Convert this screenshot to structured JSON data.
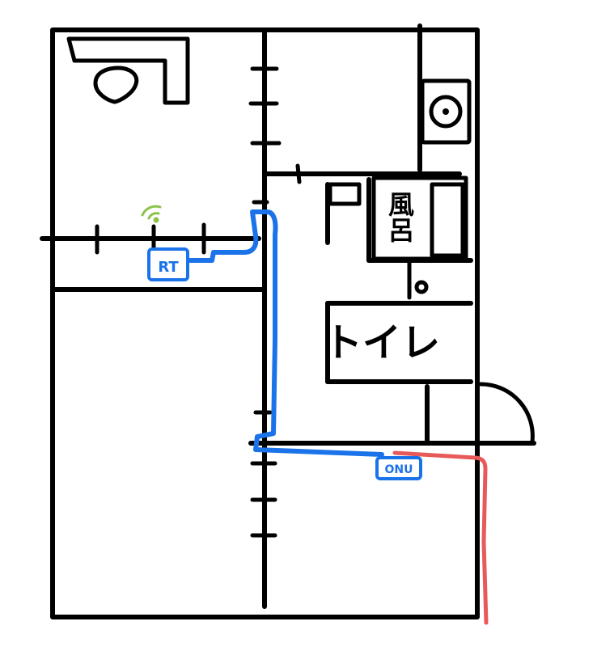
{
  "labels": {
    "bath": "風呂",
    "toilet": "トイレ",
    "router": "RT",
    "onu": "ONU"
  },
  "colors": {
    "walls": "#000000",
    "lan_cable": "#1a73e8",
    "external_line": "#e85a5a",
    "wifi": "#8bc34a"
  },
  "icons": [
    "wifi-icon",
    "sink-icon",
    "washing-machine-icon",
    "door-swing-icon"
  ]
}
